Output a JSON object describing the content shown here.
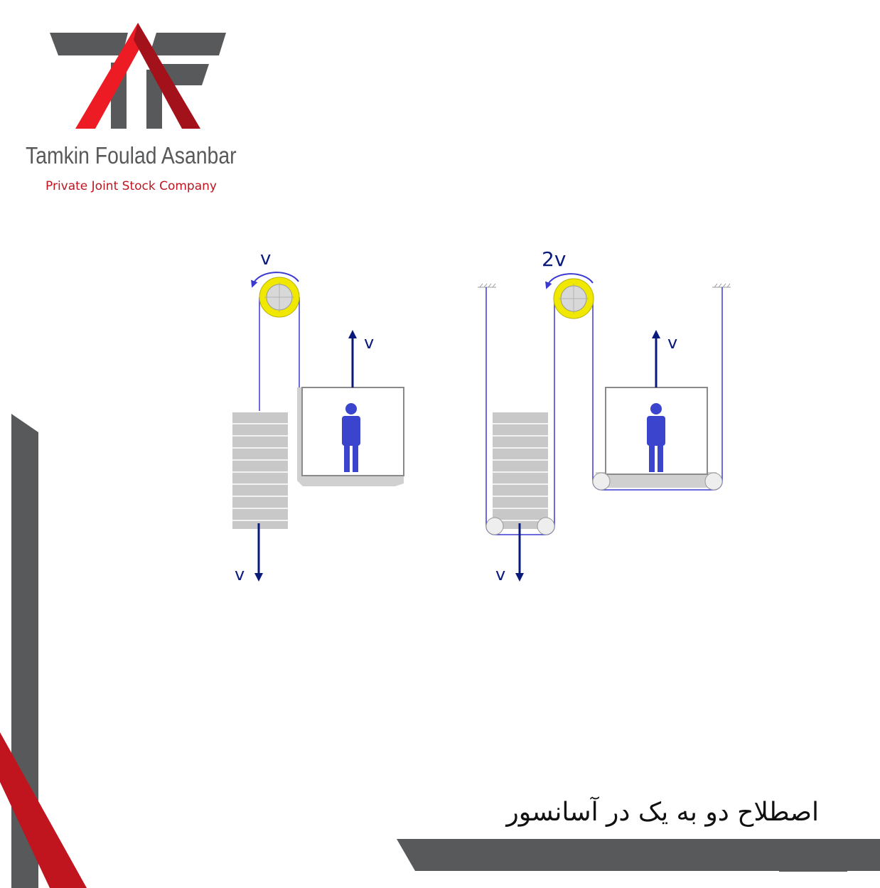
{
  "brand": {
    "name": "Tamkin Foulad Asanbar",
    "subtitle": "Private Joint Stock Company",
    "colors": {
      "red": "#c0141f",
      "gray": "#58595b"
    }
  },
  "diagram": {
    "left_system": {
      "sheave_speed_label": "v",
      "car_speed_label": "v",
      "counterweight_speed_label": "v"
    },
    "right_system": {
      "sheave_speed_label": "2v",
      "car_speed_label": "v",
      "counterweight_speed_label": "v"
    },
    "colors": {
      "rope": "#3a3ad0",
      "arrow": "#0a1a7a",
      "sheave": "#f0e800",
      "person": "#3a44cc"
    }
  },
  "caption": "اصطلاح دو به یک در آسانسور"
}
